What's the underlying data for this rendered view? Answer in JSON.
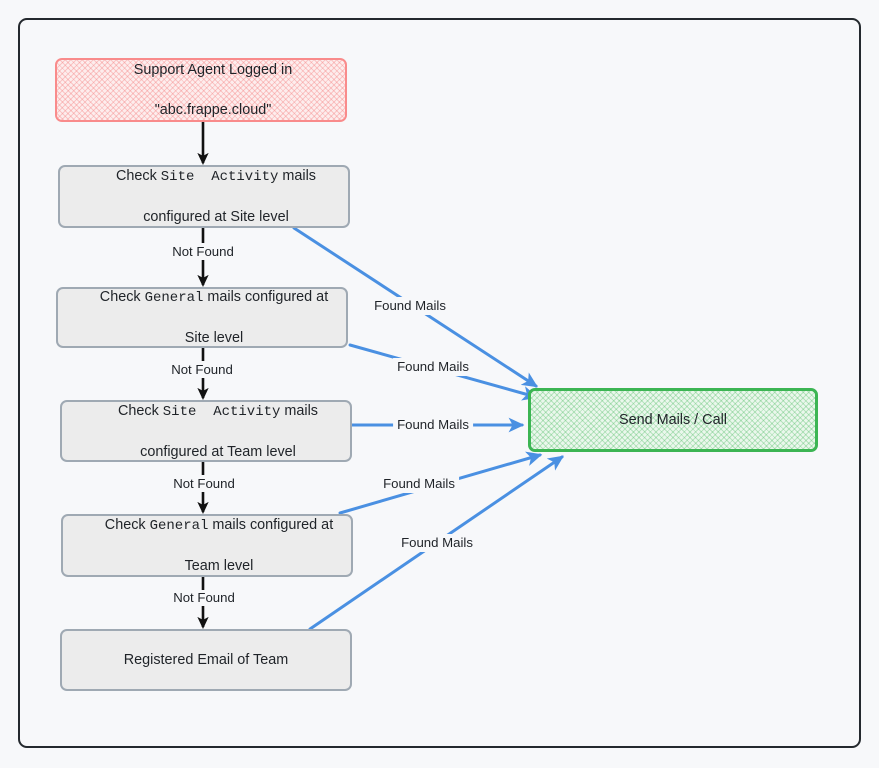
{
  "diagram": {
    "title": "Support mail routing flowchart",
    "canvas_bg": "#F7F8FA",
    "frame_color": "#24292e",
    "colors": {
      "start_border": "#F98B8B",
      "start_fill": "#FDEDED",
      "process_border": "#9FA9B3",
      "process_fill": "#ECECEC",
      "end_border": "#3CB553",
      "end_fill": "#EAF7EC",
      "flow_arrow": "#111111",
      "found_arrow": "#4A90E2"
    },
    "nodes": [
      {
        "id": "start",
        "label": "Support Agent Logged in\n\"abc.frappe.cloud\"",
        "line1": "Support Agent Logged in",
        "line2": "\"abc.frappe.cloud\"",
        "shape": "rounded-rect",
        "style": "start"
      },
      {
        "id": "site-activity-site",
        "label": "Check Site Activity mails configured at Site level",
        "pre": "Check ",
        "mono": "Site  Activity",
        "post": " mails",
        "line2": "configured at Site level",
        "shape": "rounded-rect",
        "style": "process"
      },
      {
        "id": "general-site",
        "label": "Check General mails configured at Site level",
        "pre": "Check ",
        "mono": "General",
        "post": " mails configured at",
        "line2": "Site level",
        "shape": "rounded-rect",
        "style": "process"
      },
      {
        "id": "site-activity-team",
        "label": "Check Site Activity mails configured at Team level",
        "pre": "Check ",
        "mono": "Site  Activity",
        "post": " mails",
        "line2": "configured at Team level",
        "shape": "rounded-rect",
        "style": "process"
      },
      {
        "id": "general-team",
        "label": "Check General mails configured at Team level",
        "pre": "Check ",
        "mono": "General",
        "post": " mails configured at",
        "line2": "Team level",
        "shape": "rounded-rect",
        "style": "process"
      },
      {
        "id": "registered-email",
        "label": "Registered Email of Team",
        "line1": "Registered Email of Team",
        "shape": "rounded-rect",
        "style": "process"
      },
      {
        "id": "send",
        "label": "Send Mails / Call",
        "line1": "Send Mails / Call",
        "shape": "rounded-rect",
        "style": "end"
      }
    ],
    "flow_edges": [
      {
        "from": "start",
        "to": "site-activity-site",
        "label": ""
      },
      {
        "from": "site-activity-site",
        "to": "general-site",
        "label": "Not Found"
      },
      {
        "from": "general-site",
        "to": "site-activity-team",
        "label": "Not Found"
      },
      {
        "from": "site-activity-team",
        "to": "general-team",
        "label": "Not Found"
      },
      {
        "from": "general-team",
        "to": "registered-email",
        "label": "Not Found"
      }
    ],
    "found_edges": [
      {
        "from": "site-activity-site",
        "to": "send",
        "label": "Found Mails"
      },
      {
        "from": "general-site",
        "to": "send",
        "label": "Found Mails"
      },
      {
        "from": "site-activity-team",
        "to": "send",
        "label": "Found Mails"
      },
      {
        "from": "general-team",
        "to": "send",
        "label": "Found Mails"
      },
      {
        "from": "registered-email",
        "to": "send",
        "label": "Found Mails"
      }
    ]
  }
}
